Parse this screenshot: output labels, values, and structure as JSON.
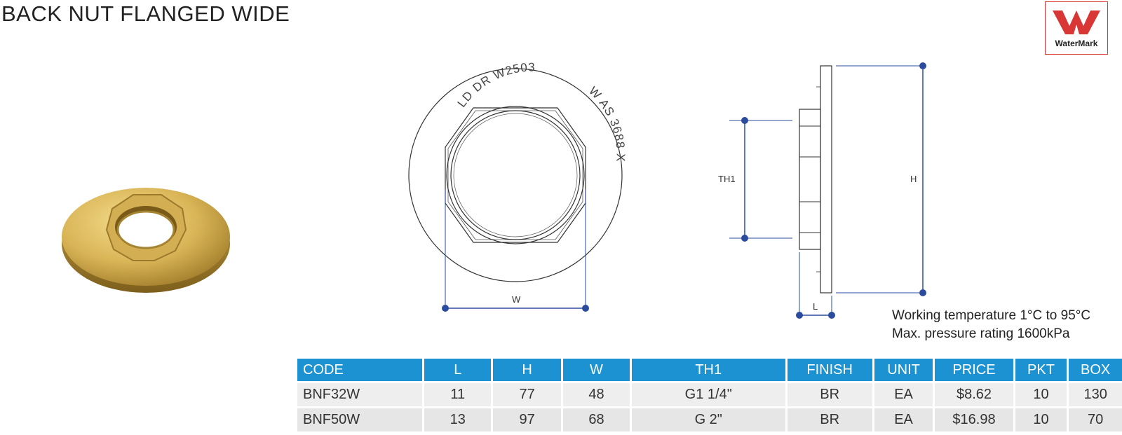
{
  "title": "BACK NUT FLANGED WIDE",
  "logo": {
    "text": "WaterMark",
    "color": "#d93636"
  },
  "drawing": {
    "front": {
      "engraving_top": "LD DR W2503",
      "engraving_side": "W  AS 3688 X",
      "w_label": "W"
    },
    "side": {
      "th1_label": "TH1",
      "h_label": "H",
      "l_label": "L"
    },
    "dimension_color": "#2b4c9e"
  },
  "specs": {
    "working_temperature": "Working temperature 1°C to 95°C",
    "max_pressure": "Max. pressure rating 1600kPa"
  },
  "table": {
    "header_color": "#1c92d2",
    "headers": [
      "CODE",
      "L",
      "H",
      "W",
      "TH1",
      "FINISH",
      "UNIT",
      "PRICE",
      "PKT",
      "BOX"
    ],
    "rows": [
      [
        "BNF32W",
        "11",
        "77",
        "48",
        "G1 1/4\"",
        "BR",
        "EA",
        "$8.62",
        "10",
        "130"
      ],
      [
        "BNF50W",
        "13",
        "97",
        "68",
        "G 2\"",
        "BR",
        "EA",
        "$16.98",
        "10",
        "70"
      ]
    ]
  }
}
